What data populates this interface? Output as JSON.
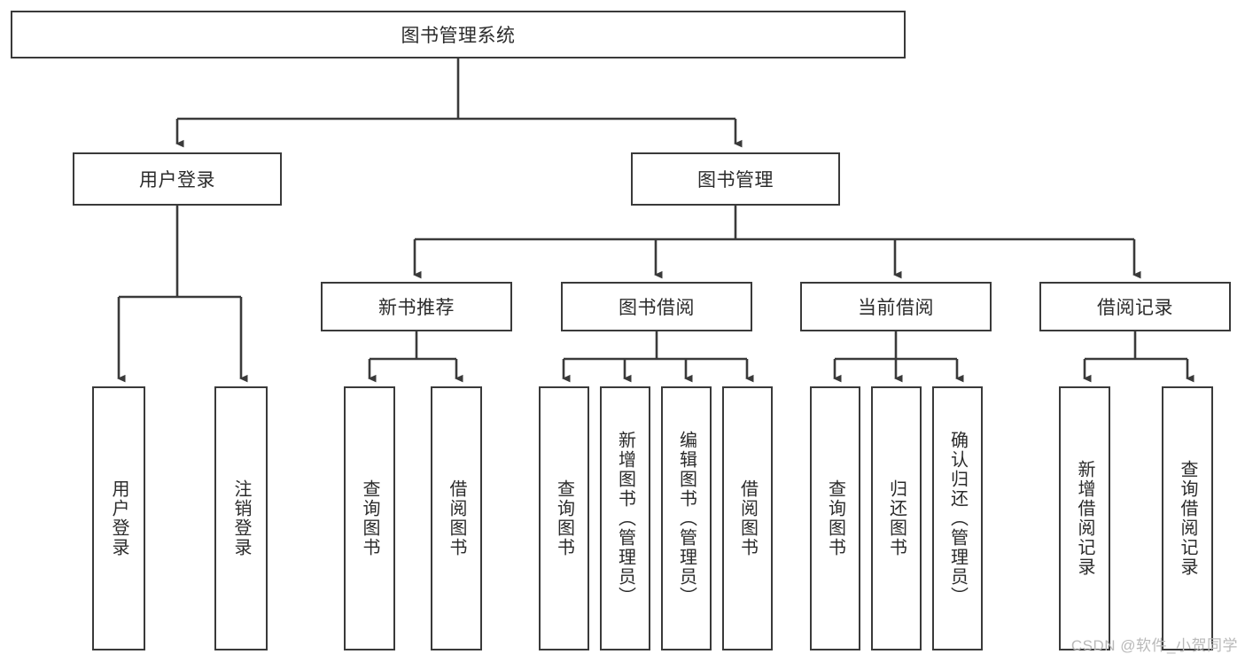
{
  "diagram": {
    "title": "图书管理系统",
    "type": "tree-hierarchy-chart",
    "colors": {
      "box_border": "#3a3a3a",
      "box_fill": "#ffffff",
      "connector": "#3a3a3a",
      "text": "#2b2b2b",
      "watermark": "#b9b9b9"
    },
    "root": {
      "label": "图书管理系统"
    },
    "level2": [
      {
        "id": "user-login",
        "label": "用户登录"
      },
      {
        "id": "book-manage",
        "label": "图书管理"
      }
    ],
    "level3": [
      {
        "id": "new-book-rec",
        "label": "新书推荐"
      },
      {
        "id": "book-borrow",
        "label": "图书借阅"
      },
      {
        "id": "current-borrow",
        "label": "当前借阅"
      },
      {
        "id": "borrow-record",
        "label": "借阅记录"
      }
    ],
    "leaves": {
      "user_login": [
        {
          "id": "leaf-user-login",
          "label": "用户登录"
        },
        {
          "id": "leaf-logout",
          "label": "注销登录"
        }
      ],
      "new_book_rec": [
        {
          "id": "leaf-query-book-1",
          "label": "查询图书"
        },
        {
          "id": "leaf-borrow-book-1",
          "label": "借阅图书"
        }
      ],
      "book_borrow": [
        {
          "id": "leaf-query-book-2",
          "label": "查询图书"
        },
        {
          "id": "leaf-add-book",
          "label": "新增图书（管理员）"
        },
        {
          "id": "leaf-edit-book",
          "label": "编辑图书（管理员）"
        },
        {
          "id": "leaf-borrow-book-2",
          "label": "借阅图书"
        }
      ],
      "current_borrow": [
        {
          "id": "leaf-query-book-3",
          "label": "查询图书"
        },
        {
          "id": "leaf-return-book",
          "label": "归还图书"
        },
        {
          "id": "leaf-confirm-return",
          "label": "确认归还（管理员）"
        }
      ],
      "borrow_record": [
        {
          "id": "leaf-add-record",
          "label": "新增借阅记录"
        },
        {
          "id": "leaf-query-record",
          "label": "查询借阅记录"
        }
      ]
    }
  },
  "watermark": {
    "text": "CSDN @软件_小贺同学"
  }
}
